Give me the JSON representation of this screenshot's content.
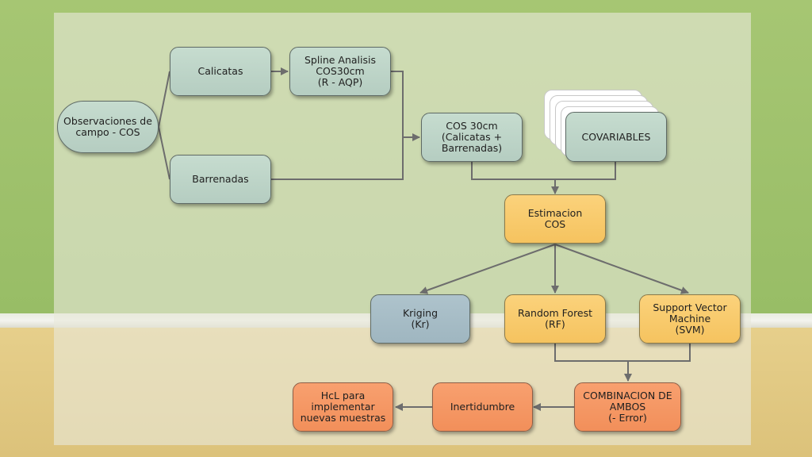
{
  "nodes": {
    "observaciones": "Observaciones de\ncampo - COS",
    "calicatas": "Calicatas",
    "barrenadas": "Barrenadas",
    "spline": "Spline Analisis\nCOS30cm\n(R - AQP)",
    "cos30": "COS 30cm\n(Calicatas +\nBarrenadas)",
    "covariables": "COVARIABLES",
    "estimacion": "Estimacion\nCOS",
    "kriging": "Kriging\n(Kr)",
    "random_forest": "Random Forest\n(RF)",
    "svm": "Support Vector\nMachine\n(SVM)",
    "combinacion": "COMBINACION DE\nAMBOS\n(- Error)",
    "inertidumbre": "Inertidumbre",
    "hcl": "HcL para\nimplementar\nnuevas muestras"
  },
  "colors": {
    "green_box": "#bcd3c7",
    "yellow_box": "#f8c96b",
    "blue_box": "#a6bcc6",
    "orange_box": "#f59763",
    "connector": "#6d6d6d"
  }
}
